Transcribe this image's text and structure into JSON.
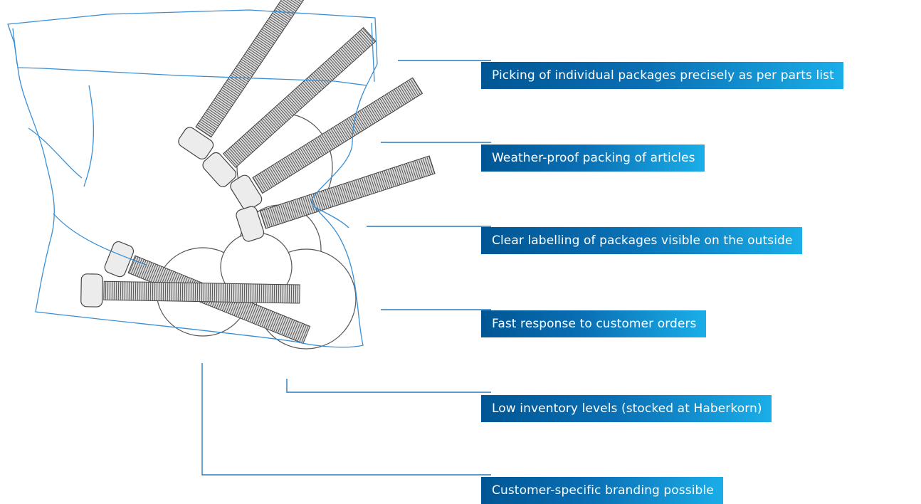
{
  "callouts": [
    {
      "text": "Picking of individual packages precisely as per parts list"
    },
    {
      "text": "Weather-proof packing of articles"
    },
    {
      "text": "Clear labelling of packages visible on the outside"
    },
    {
      "text": "Fast response to customer orders"
    },
    {
      "text": "Low inventory levels (stocked at Haberkorn)"
    },
    {
      "text": "Customer-specific branding possible"
    }
  ],
  "colors": {
    "line": "#2a7ab8",
    "outline": "#3a8fd4",
    "box_start": "#005694",
    "box_end": "#1aaee8"
  },
  "illustration": {
    "subject": "plastic-bag-of-screws",
    "screw_count": 6,
    "ball_count": 5
  }
}
